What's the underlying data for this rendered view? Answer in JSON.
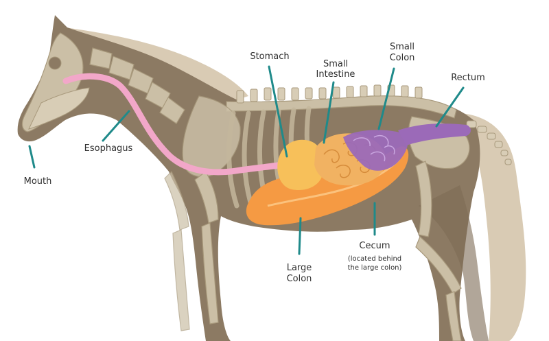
{
  "diagram": {
    "labels": {
      "mouth": "Mouth",
      "esophagus": "Esophagus",
      "stomach": "Stomach",
      "small_intestine_line1": "Small",
      "small_intestine_line2": "Intestine",
      "small_colon_line1": "Small",
      "small_colon_line2": "Colon",
      "rectum": "Rectum",
      "cecum": "Cecum",
      "cecum_note_line1": "(located behind",
      "cecum_note_line2": "the large colon)",
      "large_colon_line1": "Large",
      "large_colon_line2": "Colon"
    },
    "colors": {
      "body": "#8c7a63",
      "mane_tail": "#d9cbb4",
      "esophagus": "#f2a7c9",
      "stomach": "#f7c05a",
      "small_intestine": "#f1b262",
      "large_colon": "#f59a43",
      "small_colon": "#9b6ab8",
      "rectum": "#9b6ab8",
      "leader_line": "#1f8a8a"
    }
  }
}
